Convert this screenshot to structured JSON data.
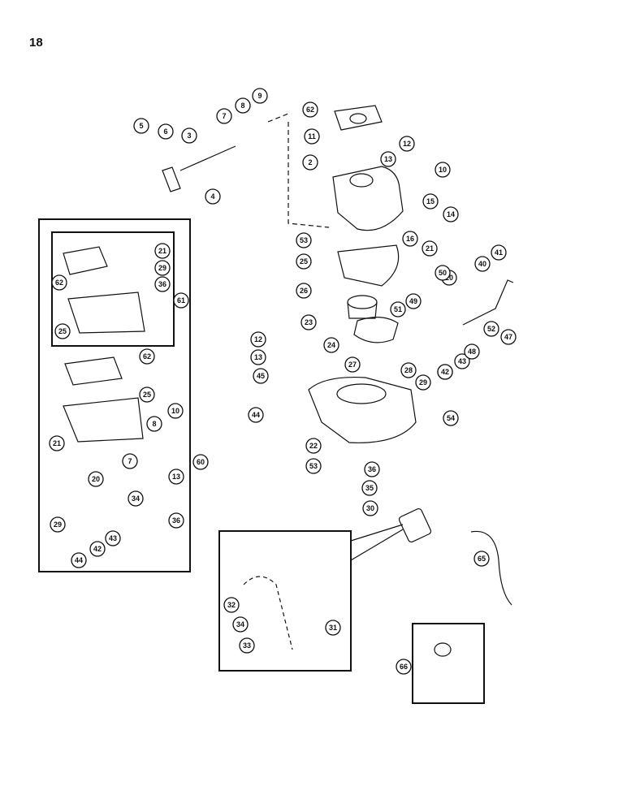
{
  "page_number": "18",
  "colors": {
    "ink": "#111111",
    "paper": "#ffffff"
  },
  "callouts": [
    "2",
    "3",
    "4",
    "5",
    "6",
    "7",
    "8",
    "9",
    "10",
    "11",
    "12",
    "13",
    "14",
    "15",
    "16",
    "20",
    "21",
    "22",
    "23",
    "24",
    "25",
    "26",
    "27",
    "28",
    "29",
    "30",
    "31",
    "32",
    "33",
    "34",
    "35",
    "36",
    "40",
    "41",
    "42",
    "43",
    "44",
    "45",
    "47",
    "48",
    "49",
    "50",
    "51",
    "52",
    "53",
    "54",
    "60",
    "61",
    "62",
    "65",
    "66"
  ],
  "insets": {
    "repair_kit": {
      "number": "60",
      "sub_kit": "61"
    },
    "solenoid_detail": {
      "parts": [
        "31",
        "32",
        "33",
        "34"
      ]
    },
    "pickup": {
      "number": "66"
    }
  }
}
